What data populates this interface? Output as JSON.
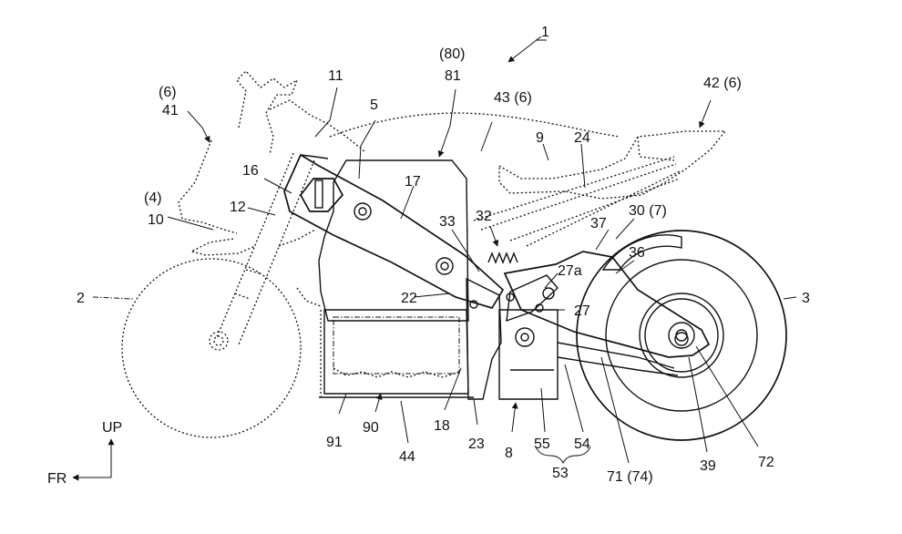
{
  "figure_number": "1",
  "labels": {
    "l6a": "(6)",
    "l41": "41",
    "l11": "11",
    "l80": "(80)",
    "l81": "81",
    "l43": "43 (6)",
    "l42": "42 (6)",
    "l5": "5",
    "l9": "9",
    "l24": "24",
    "l16": "16",
    "l17": "17",
    "l12": "12",
    "l4": "(4)",
    "l10": "10",
    "l33": "33",
    "l32": "32",
    "l37": "37",
    "l30": "30 (7)",
    "l36": "36",
    "l27a": "27a",
    "l2": "2",
    "l22": "22",
    "l27": "27",
    "l3": "3",
    "l91": "91",
    "l90": "90",
    "l44": "44",
    "l18": "18",
    "l23": "23",
    "l8": "8",
    "l55": "55",
    "l54": "54",
    "l53": "53",
    "l71": "71 (74)",
    "l39": "39",
    "l72": "72"
  },
  "directions": {
    "up": "UP",
    "front": "FR"
  }
}
